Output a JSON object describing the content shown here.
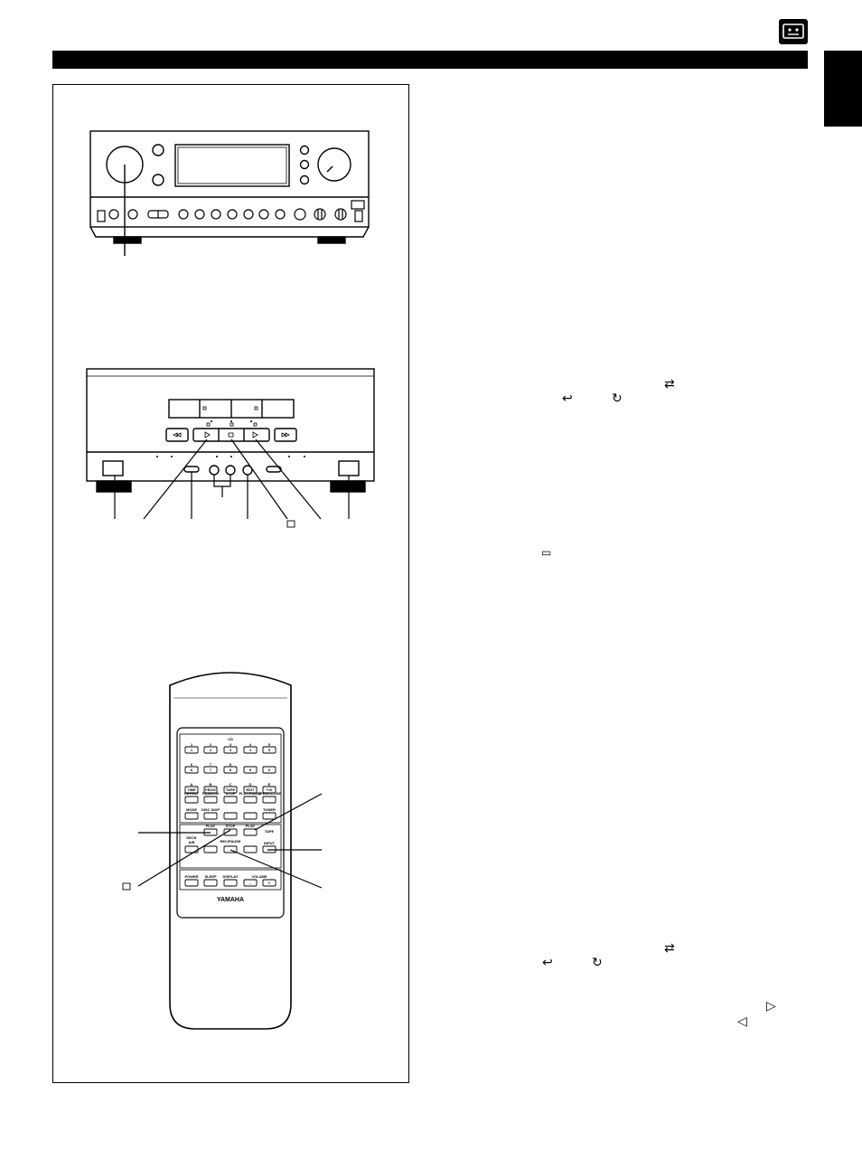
{
  "page": {
    "section_icon": "cassette-tape-icon",
    "colors": {
      "ink": "#000000",
      "paper": "#ffffff"
    }
  },
  "figures": {
    "receiver_panel": {
      "knobs": 2,
      "illustration": "front-panel-drawing"
    },
    "cassette_deck": {
      "illustration": "cassette-deck-drawing"
    },
    "remote_control": {
      "brand": "YAMAHA",
      "cd_section_label": "CD",
      "number_keys": [
        [
          "1",
          "2",
          "3",
          "4",
          "5"
        ],
        [
          "6",
          "7",
          "8",
          "9",
          "0"
        ],
        [
          "TIME",
          "PROG",
          "TAPE",
          "EDIT",
          "+10"
        ]
      ],
      "number_key_captions": [
        [
          "1",
          "2",
          "3",
          "4",
          "5"
        ],
        [
          "6",
          "7",
          "8",
          "",
          ""
        ],
        [
          "A",
          "B",
          "C",
          "D",
          "E"
        ]
      ],
      "cd_function_labels": [
        "REPEAT",
        "RANDOM",
        "STOP",
        "PLAY/PAUSE",
        "OPEN/CLOSE"
      ],
      "mode_row_labels": [
        "MODE",
        "DISC SKIP",
        "",
        "",
        ""
      ],
      "tuner_label": "TUNER",
      "tape_label": "TAPE",
      "tape_row_labels": [
        "PLAY",
        "STOP",
        "PLAY"
      ],
      "deck_label": "DECK\nA/B",
      "rec_pause_label": "REC/PAUSE",
      "input_label": "INPUT",
      "bottom_labels": [
        "POWER",
        "SLEEP",
        "DISPLAY",
        "VOLUME"
      ],
      "volume_keys": [
        "–",
        "+"
      ]
    }
  },
  "text_symbols": {
    "dir_mode_1": "⇄",
    "rev_mode_1a": "↩",
    "rev_mode_1b": "↻",
    "stop_box": "▭",
    "dir_mode_2": "⇄",
    "rev_mode_2a": "↩",
    "rev_mode_2b": "↻",
    "play_forward": "▷",
    "play_reverse": "◁"
  }
}
